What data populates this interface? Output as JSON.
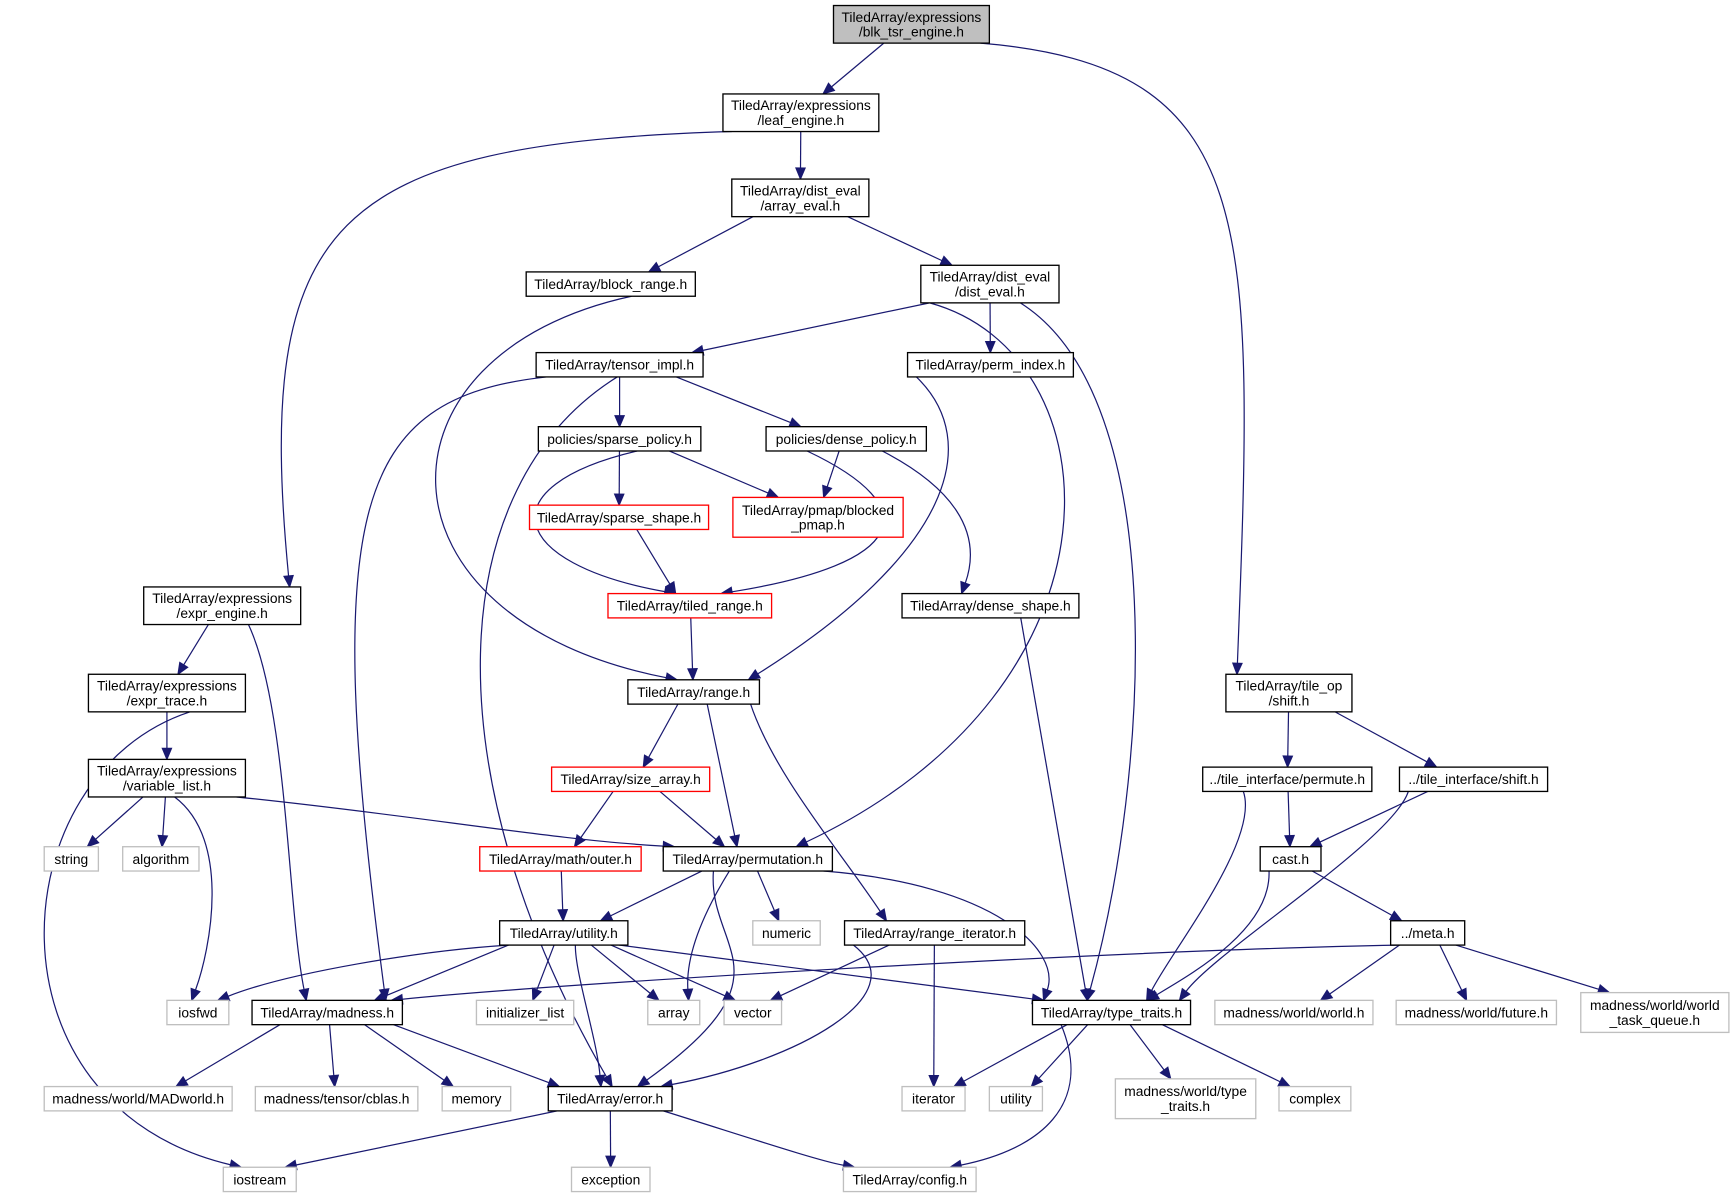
{
  "title": "Include dependency graph for TiledArray/expressions/blk_tsr_engine.h",
  "colors": {
    "edge": "#191970",
    "root_fill": "#bfbfbf",
    "normal_border": "#000000",
    "truncated_border": "#ff0000",
    "external_border": "#bfbfbf"
  },
  "nodes": [
    {
      "id": "blk_tsr_engine",
      "lines": [
        "TiledArray/expressions",
        "/blk_tsr_engine.h"
      ],
      "kind": "root"
    },
    {
      "id": "leaf_engine",
      "lines": [
        "TiledArray/expressions",
        "/leaf_engine.h"
      ],
      "kind": "normal"
    },
    {
      "id": "array_eval",
      "lines": [
        "TiledArray/dist_eval",
        "/array_eval.h"
      ],
      "kind": "normal"
    },
    {
      "id": "block_range",
      "lines": [
        "TiledArray/block_range.h"
      ],
      "kind": "normal"
    },
    {
      "id": "dist_eval",
      "lines": [
        "TiledArray/dist_eval",
        "/dist_eval.h"
      ],
      "kind": "normal"
    },
    {
      "id": "tensor_impl",
      "lines": [
        "TiledArray/tensor_impl.h"
      ],
      "kind": "normal"
    },
    {
      "id": "perm_index",
      "lines": [
        "TiledArray/perm_index.h"
      ],
      "kind": "normal"
    },
    {
      "id": "sparse_policy",
      "lines": [
        "policies/sparse_policy.h"
      ],
      "kind": "normal"
    },
    {
      "id": "dense_policy",
      "lines": [
        "policies/dense_policy.h"
      ],
      "kind": "normal"
    },
    {
      "id": "sparse_shape",
      "lines": [
        "TiledArray/sparse_shape.h"
      ],
      "kind": "truncated"
    },
    {
      "id": "blocked_pmap",
      "lines": [
        "TiledArray/pmap/blocked",
        "_pmap.h"
      ],
      "kind": "truncated"
    },
    {
      "id": "tiled_range",
      "lines": [
        "TiledArray/tiled_range.h"
      ],
      "kind": "truncated"
    },
    {
      "id": "dense_shape",
      "lines": [
        "TiledArray/dense_shape.h"
      ],
      "kind": "normal"
    },
    {
      "id": "expr_engine",
      "lines": [
        "TiledArray/expressions",
        "/expr_engine.h"
      ],
      "kind": "normal"
    },
    {
      "id": "expr_trace",
      "lines": [
        "TiledArray/expressions",
        "/expr_trace.h"
      ],
      "kind": "normal"
    },
    {
      "id": "variable_list",
      "lines": [
        "TiledArray/expressions",
        "/variable_list.h"
      ],
      "kind": "normal"
    },
    {
      "id": "range",
      "lines": [
        "TiledArray/range.h"
      ],
      "kind": "normal"
    },
    {
      "id": "size_array",
      "lines": [
        "TiledArray/size_array.h"
      ],
      "kind": "truncated"
    },
    {
      "id": "outer",
      "lines": [
        "TiledArray/math/outer.h"
      ],
      "kind": "truncated"
    },
    {
      "id": "permutation",
      "lines": [
        "TiledArray/permutation.h"
      ],
      "kind": "normal"
    },
    {
      "id": "utility_h",
      "lines": [
        "TiledArray/utility.h"
      ],
      "kind": "normal"
    },
    {
      "id": "numeric",
      "lines": [
        "numeric"
      ],
      "kind": "external"
    },
    {
      "id": "range_iterator",
      "lines": [
        "TiledArray/range_iterator.h"
      ],
      "kind": "normal"
    },
    {
      "id": "string",
      "lines": [
        "string"
      ],
      "kind": "external"
    },
    {
      "id": "algorithm",
      "lines": [
        "algorithm"
      ],
      "kind": "external"
    },
    {
      "id": "iosfwd",
      "lines": [
        "iosfwd"
      ],
      "kind": "external"
    },
    {
      "id": "madness_h",
      "lines": [
        "TiledArray/madness.h"
      ],
      "kind": "normal"
    },
    {
      "id": "initializer_list",
      "lines": [
        "initializer_list"
      ],
      "kind": "external"
    },
    {
      "id": "array",
      "lines": [
        "array"
      ],
      "kind": "external"
    },
    {
      "id": "vector",
      "lines": [
        "vector"
      ],
      "kind": "external"
    },
    {
      "id": "type_traits",
      "lines": [
        "TiledArray/type_traits.h"
      ],
      "kind": "normal"
    },
    {
      "id": "tile_op_shift",
      "lines": [
        "TiledArray/tile_op",
        "/shift.h"
      ],
      "kind": "normal"
    },
    {
      "id": "ti_permute",
      "lines": [
        "../tile_interface/permute.h"
      ],
      "kind": "normal"
    },
    {
      "id": "ti_shift",
      "lines": [
        "../tile_interface/shift.h"
      ],
      "kind": "normal"
    },
    {
      "id": "cast",
      "lines": [
        "cast.h"
      ],
      "kind": "normal"
    },
    {
      "id": "meta",
      "lines": [
        "../meta.h"
      ],
      "kind": "normal"
    },
    {
      "id": "mw_world",
      "lines": [
        "madness/world/world.h"
      ],
      "kind": "external"
    },
    {
      "id": "mw_future",
      "lines": [
        "madness/world/future.h"
      ],
      "kind": "external"
    },
    {
      "id": "mw_task_queue",
      "lines": [
        "madness/world/world",
        "_task_queue.h"
      ],
      "kind": "external"
    },
    {
      "id": "madworld",
      "lines": [
        "madness/world/MADworld.h"
      ],
      "kind": "external"
    },
    {
      "id": "cblas",
      "lines": [
        "madness/tensor/cblas.h"
      ],
      "kind": "external"
    },
    {
      "id": "memory",
      "lines": [
        "memory"
      ],
      "kind": "external"
    },
    {
      "id": "error",
      "lines": [
        "TiledArray/error.h"
      ],
      "kind": "normal"
    },
    {
      "id": "iterator",
      "lines": [
        "iterator"
      ],
      "kind": "external"
    },
    {
      "id": "utility_std",
      "lines": [
        "utility"
      ],
      "kind": "external"
    },
    {
      "id": "mw_type_traits",
      "lines": [
        "madness/world/type",
        "_traits.h"
      ],
      "kind": "external"
    },
    {
      "id": "complex",
      "lines": [
        "complex"
      ],
      "kind": "external"
    },
    {
      "id": "iostream",
      "lines": [
        "iostream"
      ],
      "kind": "external"
    },
    {
      "id": "exception",
      "lines": [
        "exception"
      ],
      "kind": "external"
    },
    {
      "id": "config",
      "lines": [
        "TiledArray/config.h"
      ],
      "kind": "external"
    }
  ],
  "edges": [
    [
      "blk_tsr_engine",
      "leaf_engine"
    ],
    [
      "blk_tsr_engine",
      "tile_op_shift"
    ],
    [
      "leaf_engine",
      "array_eval"
    ],
    [
      "leaf_engine",
      "expr_engine"
    ],
    [
      "array_eval",
      "block_range"
    ],
    [
      "array_eval",
      "dist_eval"
    ],
    [
      "block_range",
      "range"
    ],
    [
      "dist_eval",
      "tensor_impl"
    ],
    [
      "dist_eval",
      "perm_index"
    ],
    [
      "dist_eval",
      "permutation"
    ],
    [
      "dist_eval",
      "type_traits"
    ],
    [
      "tensor_impl",
      "sparse_policy"
    ],
    [
      "tensor_impl",
      "dense_policy"
    ],
    [
      "tensor_impl",
      "madness_h"
    ],
    [
      "tensor_impl",
      "error"
    ],
    [
      "perm_index",
      "range"
    ],
    [
      "sparse_policy",
      "sparse_shape"
    ],
    [
      "sparse_policy",
      "blocked_pmap"
    ],
    [
      "sparse_policy",
      "tiled_range"
    ],
    [
      "dense_policy",
      "blocked_pmap"
    ],
    [
      "dense_policy",
      "tiled_range"
    ],
    [
      "dense_policy",
      "dense_shape"
    ],
    [
      "sparse_shape",
      "tiled_range"
    ],
    [
      "tiled_range",
      "range"
    ],
    [
      "dense_shape",
      "type_traits"
    ],
    [
      "expr_engine",
      "expr_trace"
    ],
    [
      "expr_engine",
      "madness_h"
    ],
    [
      "expr_trace",
      "variable_list"
    ],
    [
      "expr_trace",
      "iostream"
    ],
    [
      "variable_list",
      "string"
    ],
    [
      "variable_list",
      "algorithm"
    ],
    [
      "variable_list",
      "iosfwd"
    ],
    [
      "variable_list",
      "permutation"
    ],
    [
      "range",
      "size_array"
    ],
    [
      "range",
      "permutation"
    ],
    [
      "range",
      "range_iterator"
    ],
    [
      "size_array",
      "outer"
    ],
    [
      "size_array",
      "permutation"
    ],
    [
      "outer",
      "utility_h"
    ],
    [
      "permutation",
      "utility_h"
    ],
    [
      "permutation",
      "numeric"
    ],
    [
      "permutation",
      "array"
    ],
    [
      "permutation",
      "error"
    ],
    [
      "permutation",
      "type_traits"
    ],
    [
      "utility_h",
      "iosfwd"
    ],
    [
      "utility_h",
      "madness_h"
    ],
    [
      "utility_h",
      "initializer_list"
    ],
    [
      "utility_h",
      "array"
    ],
    [
      "utility_h",
      "vector"
    ],
    [
      "utility_h",
      "error"
    ],
    [
      "utility_h",
      "type_traits"
    ],
    [
      "range_iterator",
      "vector"
    ],
    [
      "range_iterator",
      "error"
    ],
    [
      "range_iterator",
      "iterator"
    ],
    [
      "tile_op_shift",
      "ti_permute"
    ],
    [
      "tile_op_shift",
      "ti_shift"
    ],
    [
      "ti_permute",
      "cast"
    ],
    [
      "ti_permute",
      "type_traits"
    ],
    [
      "ti_shift",
      "cast"
    ],
    [
      "ti_shift",
      "type_traits"
    ],
    [
      "cast",
      "meta"
    ],
    [
      "cast",
      "type_traits"
    ],
    [
      "meta",
      "madness_h"
    ],
    [
      "meta",
      "mw_world"
    ],
    [
      "meta",
      "mw_future"
    ],
    [
      "meta",
      "mw_task_queue"
    ],
    [
      "madness_h",
      "madworld"
    ],
    [
      "madness_h",
      "cblas"
    ],
    [
      "madness_h",
      "memory"
    ],
    [
      "madness_h",
      "error"
    ],
    [
      "type_traits",
      "iterator"
    ],
    [
      "type_traits",
      "utility_std"
    ],
    [
      "type_traits",
      "mw_type_traits"
    ],
    [
      "type_traits",
      "complex"
    ],
    [
      "type_traits",
      "config"
    ],
    [
      "error",
      "iostream"
    ],
    [
      "error",
      "exception"
    ],
    [
      "error",
      "config"
    ]
  ]
}
